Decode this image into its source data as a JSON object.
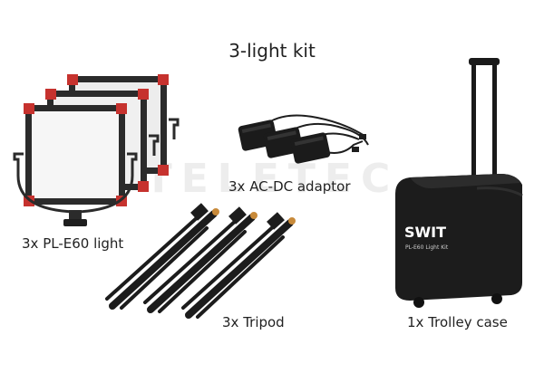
{
  "title": "3-light kit",
  "items": {
    "lights": {
      "label": "3x PL-E60 light",
      "count": 3
    },
    "adaptors": {
      "label": "3x AC-DC adaptor",
      "count": 3
    },
    "tripods": {
      "label": "3x Tripod",
      "count": 3
    },
    "case": {
      "label": "1x Trolley case",
      "brand": "SWIT",
      "model_text": "PL-E60 Light Kit"
    }
  },
  "watermark": "TELETEC",
  "colors": {
    "panel_frame": "#2b2b2b",
    "panel_corner": "#c6322e",
    "panel_face": "#f4f4f4",
    "dark": "#1e1e1e",
    "accent_copper": "#c88a3a"
  }
}
